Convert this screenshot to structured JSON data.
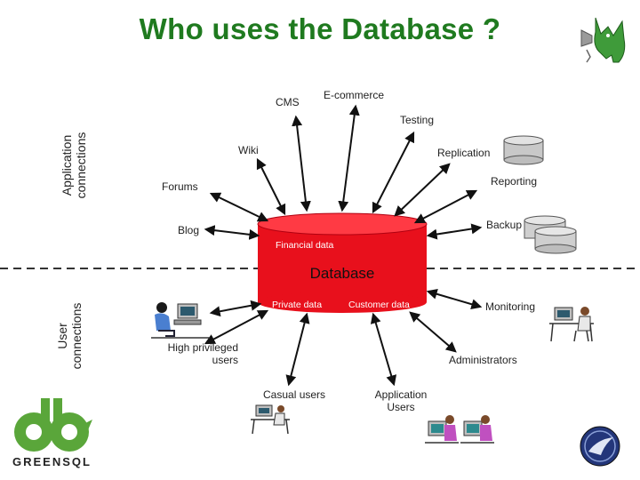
{
  "title": "Who uses the Database ?",
  "side_labels": {
    "application": "Application connections",
    "user": "User connections"
  },
  "database": {
    "label": "Database",
    "financial": "Financial data",
    "private": "Private data",
    "customer": "Customer data"
  },
  "application_connections": {
    "cms": "CMS",
    "ecommerce": "E-commerce",
    "testing": "Testing",
    "wiki": "Wiki",
    "replication": "Replication",
    "forums": "Forums",
    "reporting": "Reporting",
    "blog": "Blog",
    "backup": "Backup"
  },
  "user_connections": {
    "monitoring": "Monitoring",
    "high_privileged": "High privileged users",
    "administrators": "Administrators",
    "casual": "Casual users",
    "application_users": "Application Users"
  },
  "logo": {
    "text": "GREENSQL"
  },
  "colors": {
    "title": "#1f7a1f",
    "database": "#e8101c",
    "logo": "#5aa63a"
  }
}
